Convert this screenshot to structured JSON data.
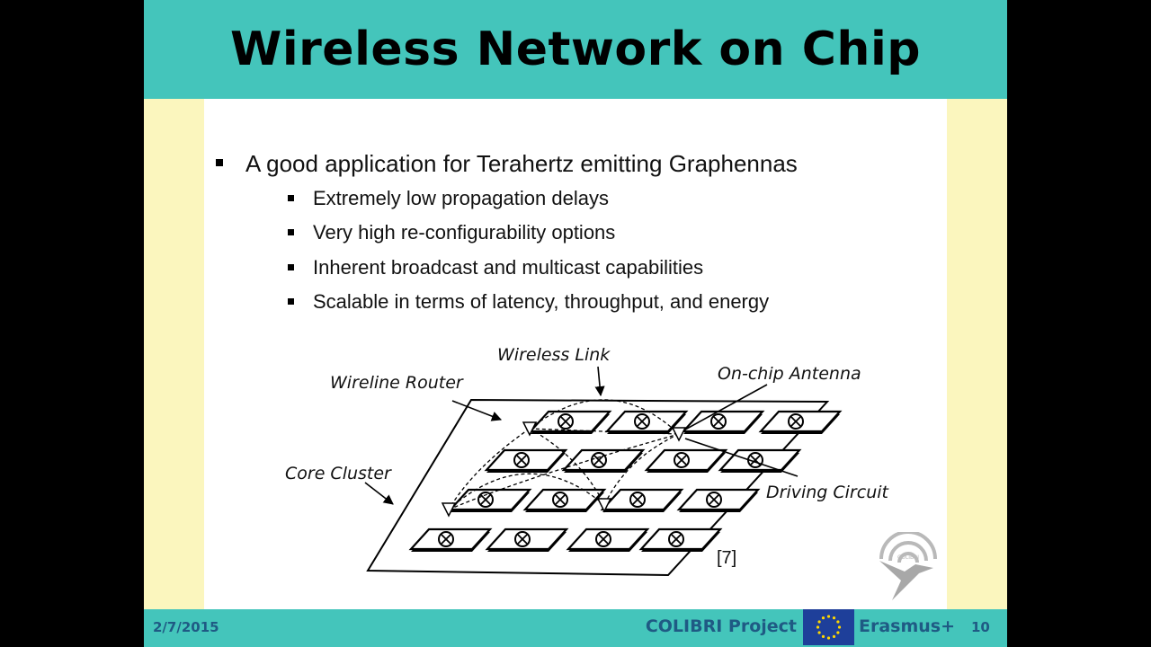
{
  "slide": {
    "title": "Wireless Network on Chip",
    "bullets": [
      {
        "text": "A good application for Terahertz emitting Graphennas",
        "sub": [
          "Extremely low propagation delays",
          "Very high re-configurability options",
          "Inherent broadcast and multicast capabilities",
          "Scalable in terms of latency, throughput, and energy"
        ]
      }
    ]
  },
  "diagram": {
    "labels": {
      "wireless_link": "Wireless Link",
      "wireline_router": "Wireline Router",
      "onchip_antenna": "On-chip Antenna",
      "core_cluster": "Core Cluster",
      "driving_circuit": "Driving Circuit"
    },
    "citation": "[7]"
  },
  "footer": {
    "date": "2/7/2015",
    "project": "COLIBRI Project",
    "erasmus": "Erasmus+",
    "page": "10"
  },
  "logo": {
    "text": "COLIBRI",
    "icon": "hummingbird-logo-icon"
  },
  "colors": {
    "header_bar": "#44c5bb",
    "side_panel": "#fbf6be",
    "footer_text": "#1f5a84",
    "eu_flag": "#1e3f9a",
    "eu_stars": "#ffd700"
  }
}
